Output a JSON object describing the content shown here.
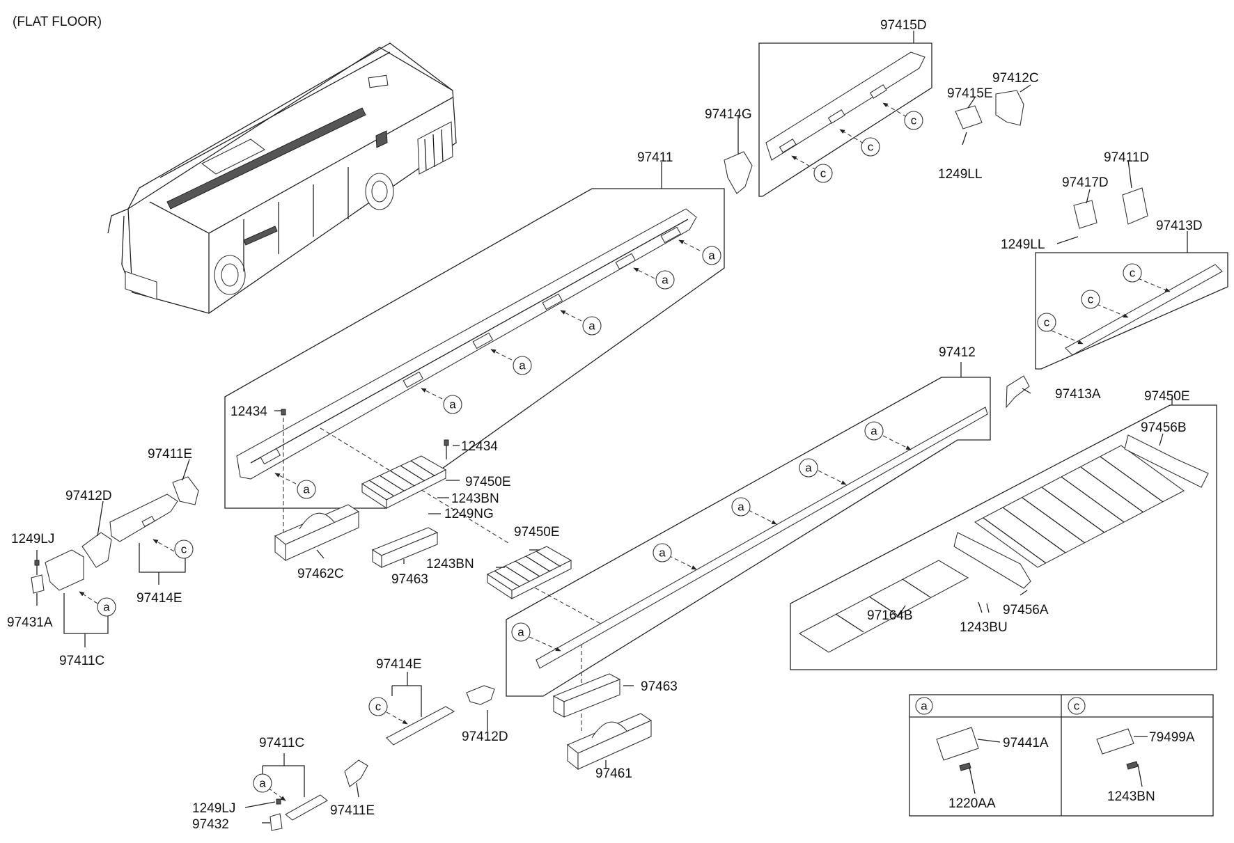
{
  "caption": "(FLAT FLOOR)",
  "labels": {
    "p97415D": "97415D",
    "p97412C": "97412C",
    "p97415E": "97415E",
    "p97414G": "97414G",
    "p1249LL_a": "1249LL",
    "p97411D": "97411D",
    "p97417D": "97417D",
    "p97411": "97411",
    "p1249LL_b": "1249LL",
    "p97413D": "97413D",
    "p97412": "97412",
    "p97413A": "97413A",
    "p97450E_a": "97450E",
    "p97456B": "97456B",
    "p12434_a": "12434",
    "p12434_b": "12434",
    "p97411E_a": "97411E",
    "p97450E_b": "97450E",
    "p97412D_a": "97412D",
    "p1243BN_a": "1243BN",
    "p1249NG": "1249NG",
    "p1249LJ_a": "1249LJ",
    "p97450E_c": "97450E",
    "p97462C": "97462C",
    "p1243BN_b": "1243BN",
    "p97463_a": "97463",
    "p97414E_a": "97414E",
    "p97431A": "97431A",
    "p97456A": "97456A",
    "p97164B": "97164B",
    "p1243BU": "1243BU",
    "p97411C_a": "97411C",
    "p97414E_b": "97414E",
    "p97463_b": "97463",
    "p97412D_b": "97412D",
    "p97411C_b": "97411C",
    "p97461": "97461",
    "p97411E_b": "97411E",
    "p1249LJ_b": "1249LJ",
    "p97432": "97432"
  },
  "legend": {
    "col_a": "a",
    "col_c": "c",
    "a_part1": "97441A",
    "a_part2": "1220AA",
    "c_part1": "79499A",
    "c_part2": "1243BN"
  },
  "marker_a": "a",
  "marker_c": "c"
}
